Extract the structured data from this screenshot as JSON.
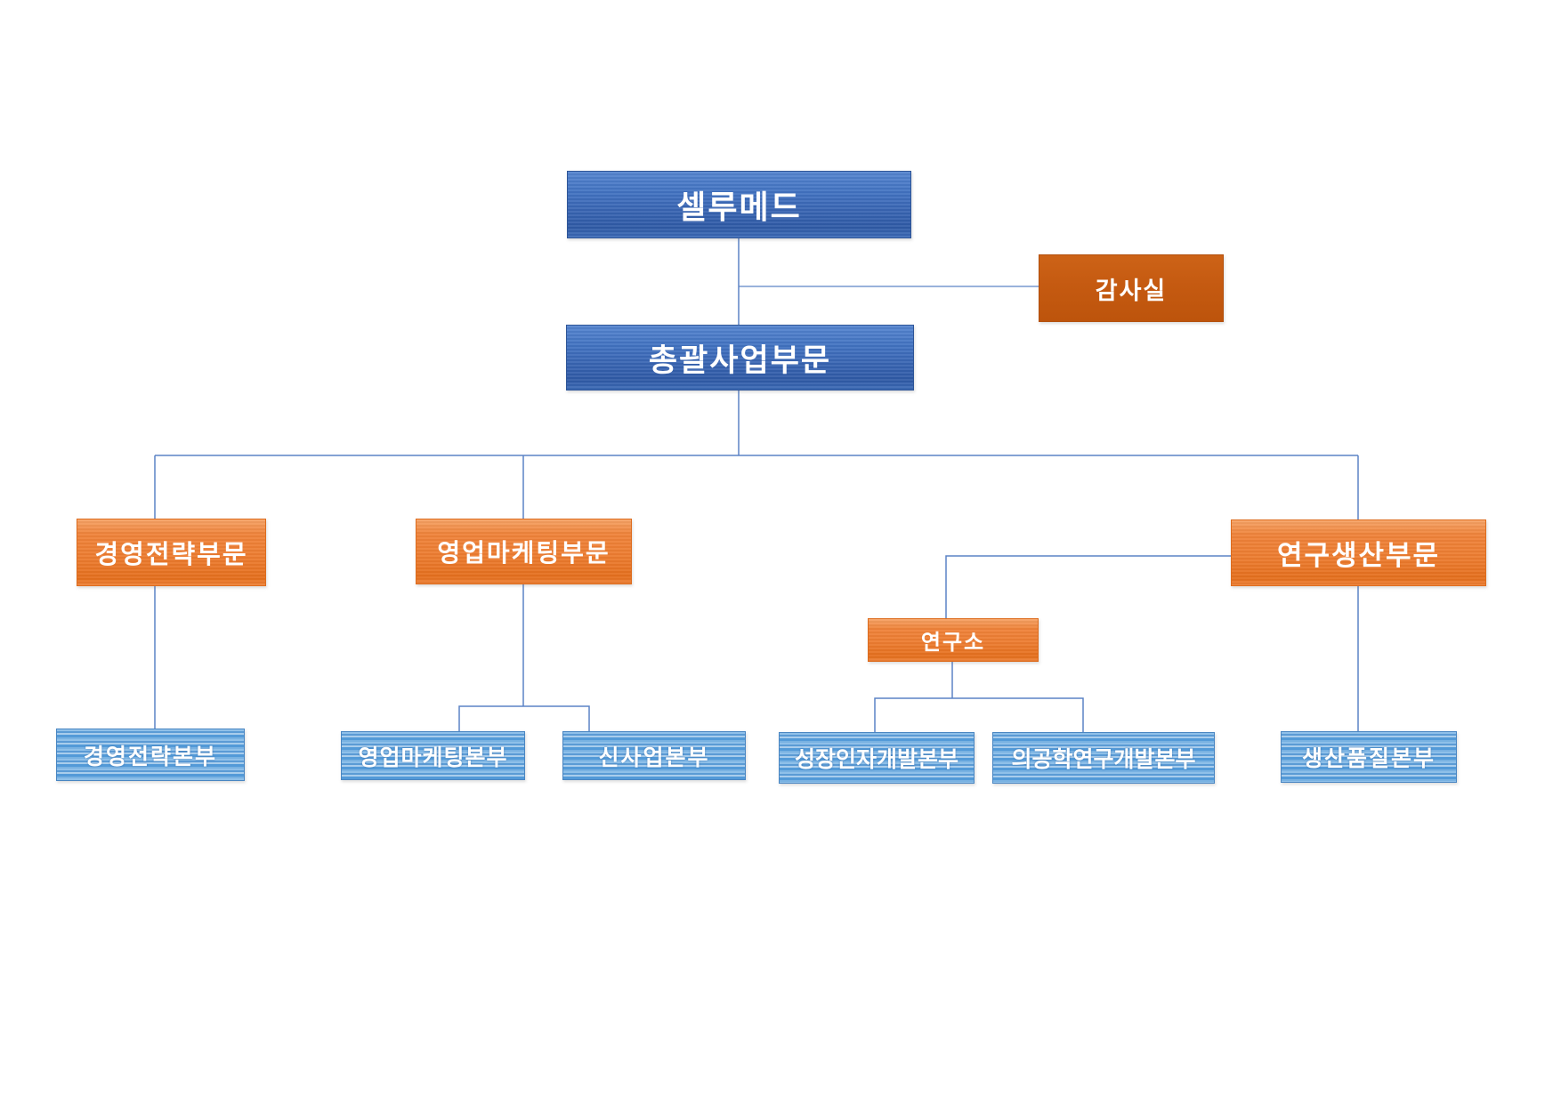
{
  "diagram_type": "org-chart",
  "company": "셀루메드",
  "nodes": {
    "cellumed": {
      "label": "셀루메드",
      "level": "company",
      "color": "#3a67b5"
    },
    "audit_office": {
      "label": "감사실",
      "level": "staff",
      "color": "#c55a11"
    },
    "general_business_division": {
      "label": "총괄사업부문",
      "level": "top-division",
      "color": "#3a67b5"
    },
    "management_strategy_division": {
      "label": "경영전략부문",
      "level": "division",
      "color": "#ed7d31"
    },
    "sales_marketing_division": {
      "label": "영업마케팅부문",
      "level": "division",
      "color": "#ed7d31"
    },
    "research_production_division": {
      "label": "연구생산부문",
      "level": "division",
      "color": "#ed7d31"
    },
    "research_institute": {
      "label": "연구소",
      "level": "sub-division",
      "color": "#ed7d31"
    },
    "management_strategy_hq": {
      "label": "경영전략본부",
      "level": "headquarters",
      "color": "#5b9bd5"
    },
    "sales_marketing_hq": {
      "label": "영업마케팅본부",
      "level": "headquarters",
      "color": "#5b9bd5"
    },
    "new_business_hq": {
      "label": "신사업본부",
      "level": "headquarters",
      "color": "#5b9bd5"
    },
    "growth_factor_dev_hq": {
      "label": "성장인자개발본부",
      "level": "headquarters",
      "color": "#5b9bd5"
    },
    "biomedical_rnd_hq": {
      "label": "의공학연구개발본부",
      "level": "headquarters",
      "color": "#5b9bd5"
    },
    "production_quality_hq": {
      "label": "생산품질본부",
      "level": "headquarters",
      "color": "#5b9bd5"
    }
  },
  "edges": [
    {
      "from": "cellumed",
      "to": "audit_office"
    },
    {
      "from": "cellumed",
      "to": "general_business_division"
    },
    {
      "from": "general_business_division",
      "to": "management_strategy_division"
    },
    {
      "from": "general_business_division",
      "to": "sales_marketing_division"
    },
    {
      "from": "general_business_division",
      "to": "research_production_division"
    },
    {
      "from": "management_strategy_division",
      "to": "management_strategy_hq"
    },
    {
      "from": "sales_marketing_division",
      "to": "sales_marketing_hq"
    },
    {
      "from": "sales_marketing_division",
      "to": "new_business_hq"
    },
    {
      "from": "research_production_division",
      "to": "research_institute"
    },
    {
      "from": "research_institute",
      "to": "growth_factor_dev_hq"
    },
    {
      "from": "research_institute",
      "to": "biomedical_rnd_hq"
    },
    {
      "from": "research_production_division",
      "to": "production_quality_hq"
    }
  ],
  "colors": {
    "company_blue": "#3a67b5",
    "division_orange": "#ed7d31",
    "audit_dark_orange": "#c55a11",
    "headquarters_light_blue": "#5b9bd5",
    "connector_blue": "#5c83c5",
    "text": "#ffffff",
    "background": "#ffffff"
  }
}
